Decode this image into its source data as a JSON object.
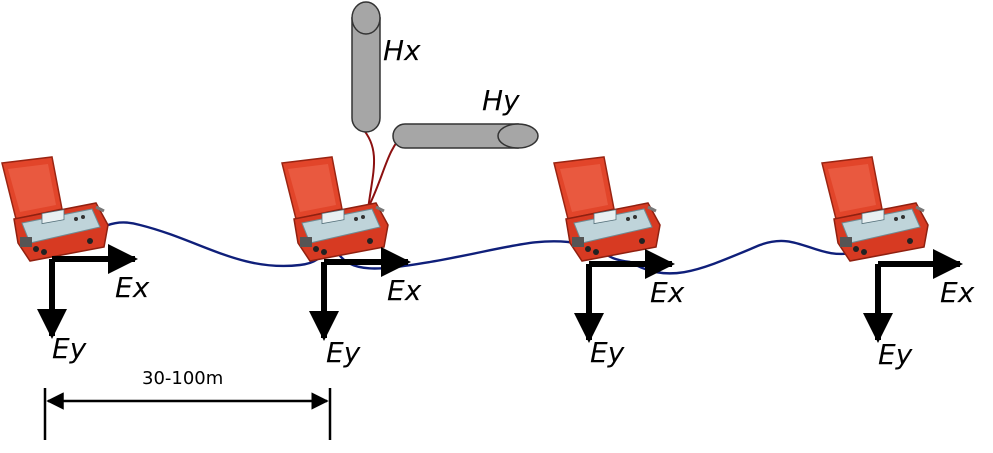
{
  "sensors": {
    "hx": "Hx",
    "hy": "Hy",
    "color": "#a6a6a6"
  },
  "stations": [
    {
      "ex": "Ex",
      "ey": "Ey"
    },
    {
      "ex": "Ex",
      "ey": "Ey"
    },
    {
      "ex": "Ex",
      "ey": "Ey"
    },
    {
      "ex": "Ex",
      "ey": "Ey"
    }
  ],
  "spacing": {
    "label": "30-100m"
  },
  "colors": {
    "instrument_case": "#e2452a",
    "instrument_panel": "#bfd4da",
    "cable": "#0f1f7a",
    "magnetometer_cable": "#8c1010",
    "arrows": "#000000"
  },
  "icons": [
    "field-instrument-icon",
    "induction-coil-icon",
    "electric-field-arrows-icon"
  ]
}
